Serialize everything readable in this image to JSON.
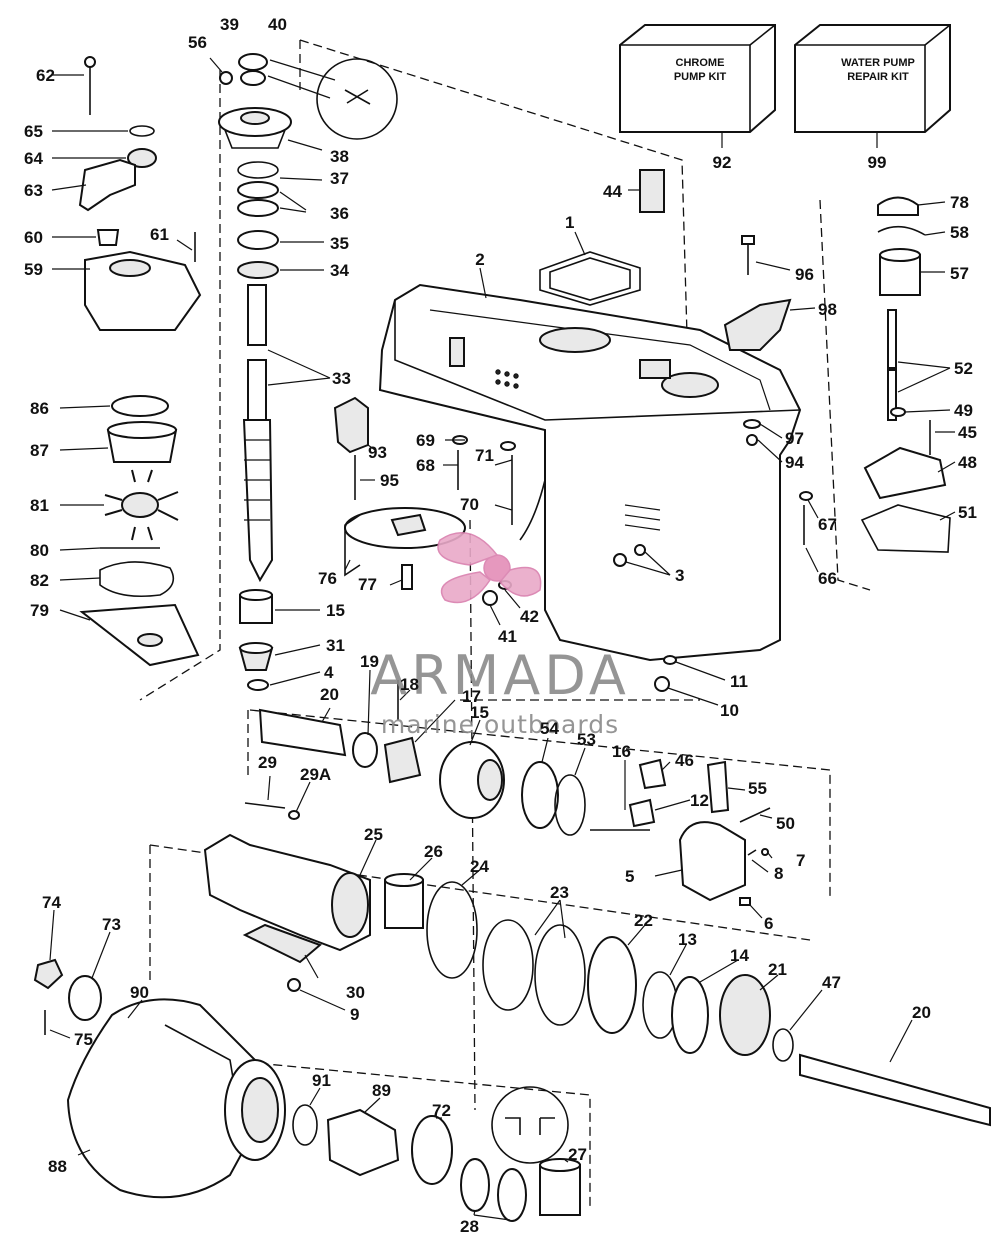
{
  "kits": {
    "chrome_line1": "CHROME",
    "chrome_line2": "PUMP KIT",
    "chrome_ref": "92",
    "waterpump_line1": "WATER PUMP",
    "waterpump_line2": "REPAIR KIT",
    "waterpump_ref": "99"
  },
  "watermark": {
    "title": "ARMADA",
    "subtitle": "marine outboards"
  },
  "labels": [
    {
      "id": "l62",
      "text": "62"
    },
    {
      "id": "l65",
      "text": "65"
    },
    {
      "id": "l64",
      "text": "64"
    },
    {
      "id": "l63",
      "text": "63"
    },
    {
      "id": "l60",
      "text": "60"
    },
    {
      "id": "l61",
      "text": "61"
    },
    {
      "id": "l59",
      "text": "59"
    },
    {
      "id": "l56",
      "text": "56"
    },
    {
      "id": "l39",
      "text": "39"
    },
    {
      "id": "l40",
      "text": "40"
    },
    {
      "id": "l38",
      "text": "38"
    },
    {
      "id": "l37",
      "text": "37"
    },
    {
      "id": "l36",
      "text": "36"
    },
    {
      "id": "l35",
      "text": "35"
    },
    {
      "id": "l34",
      "text": "34"
    },
    {
      "id": "l33",
      "text": "33"
    },
    {
      "id": "l86",
      "text": "86"
    },
    {
      "id": "l87",
      "text": "87"
    },
    {
      "id": "l81",
      "text": "81"
    },
    {
      "id": "l80",
      "text": "80"
    },
    {
      "id": "l82",
      "text": "82"
    },
    {
      "id": "l79",
      "text": "79"
    },
    {
      "id": "l2",
      "text": "2"
    },
    {
      "id": "l15a",
      "text": "15"
    },
    {
      "id": "l31",
      "text": "31"
    },
    {
      "id": "l4",
      "text": "4"
    },
    {
      "id": "l44",
      "text": "44"
    },
    {
      "id": "l1",
      "text": "1"
    },
    {
      "id": "l93",
      "text": "93"
    },
    {
      "id": "l69",
      "text": "69"
    },
    {
      "id": "l68",
      "text": "68"
    },
    {
      "id": "l71",
      "text": "71"
    },
    {
      "id": "l95",
      "text": "95"
    },
    {
      "id": "l70",
      "text": "70"
    },
    {
      "id": "l76",
      "text": "76"
    },
    {
      "id": "l77",
      "text": "77"
    },
    {
      "id": "l41",
      "text": "41"
    },
    {
      "id": "l42",
      "text": "42"
    },
    {
      "id": "l3",
      "text": "3"
    },
    {
      "id": "l96",
      "text": "96"
    },
    {
      "id": "l98",
      "text": "98"
    },
    {
      "id": "l78",
      "text": "78"
    },
    {
      "id": "l58",
      "text": "58"
    },
    {
      "id": "l57",
      "text": "57"
    },
    {
      "id": "l52",
      "text": "52"
    },
    {
      "id": "l49",
      "text": "49"
    },
    {
      "id": "l45",
      "text": "45"
    },
    {
      "id": "l97",
      "text": "97"
    },
    {
      "id": "l94",
      "text": "94"
    },
    {
      "id": "l48",
      "text": "48"
    },
    {
      "id": "l67",
      "text": "67"
    },
    {
      "id": "l51",
      "text": "51"
    },
    {
      "id": "l66",
      "text": "66"
    },
    {
      "id": "l11",
      "text": "11"
    },
    {
      "id": "l10",
      "text": "10"
    },
    {
      "id": "l19",
      "text": "19"
    },
    {
      "id": "l18",
      "text": "18"
    },
    {
      "id": "l17",
      "text": "17"
    },
    {
      "id": "l20a",
      "text": "20"
    },
    {
      "id": "l15b",
      "text": "15"
    },
    {
      "id": "l54",
      "text": "54"
    },
    {
      "id": "l53",
      "text": "53"
    },
    {
      "id": "l16",
      "text": "16"
    },
    {
      "id": "l46",
      "text": "46"
    },
    {
      "id": "l55",
      "text": "55"
    },
    {
      "id": "l12",
      "text": "12"
    },
    {
      "id": "l50",
      "text": "50"
    },
    {
      "id": "l29",
      "text": "29"
    },
    {
      "id": "l29a",
      "text": "29A"
    },
    {
      "id": "l7",
      "text": "7"
    },
    {
      "id": "l5",
      "text": "5"
    },
    {
      "id": "l8",
      "text": "8"
    },
    {
      "id": "l6",
      "text": "6"
    },
    {
      "id": "l25",
      "text": "25"
    },
    {
      "id": "l26",
      "text": "26"
    },
    {
      "id": "l24",
      "text": "24"
    },
    {
      "id": "l23",
      "text": "23"
    },
    {
      "id": "l22",
      "text": "22"
    },
    {
      "id": "l13",
      "text": "13"
    },
    {
      "id": "l14",
      "text": "14"
    },
    {
      "id": "l21",
      "text": "21"
    },
    {
      "id": "l47",
      "text": "47"
    },
    {
      "id": "l20b",
      "text": "20"
    },
    {
      "id": "l74",
      "text": "74"
    },
    {
      "id": "l73",
      "text": "73"
    },
    {
      "id": "l90",
      "text": "90"
    },
    {
      "id": "l75",
      "text": "75"
    },
    {
      "id": "l30",
      "text": "30"
    },
    {
      "id": "l9",
      "text": "9"
    },
    {
      "id": "l91",
      "text": "91"
    },
    {
      "id": "l89",
      "text": "89"
    },
    {
      "id": "l72",
      "text": "72"
    },
    {
      "id": "l88",
      "text": "88"
    },
    {
      "id": "l27",
      "text": "27"
    },
    {
      "id": "l28",
      "text": "28"
    }
  ]
}
